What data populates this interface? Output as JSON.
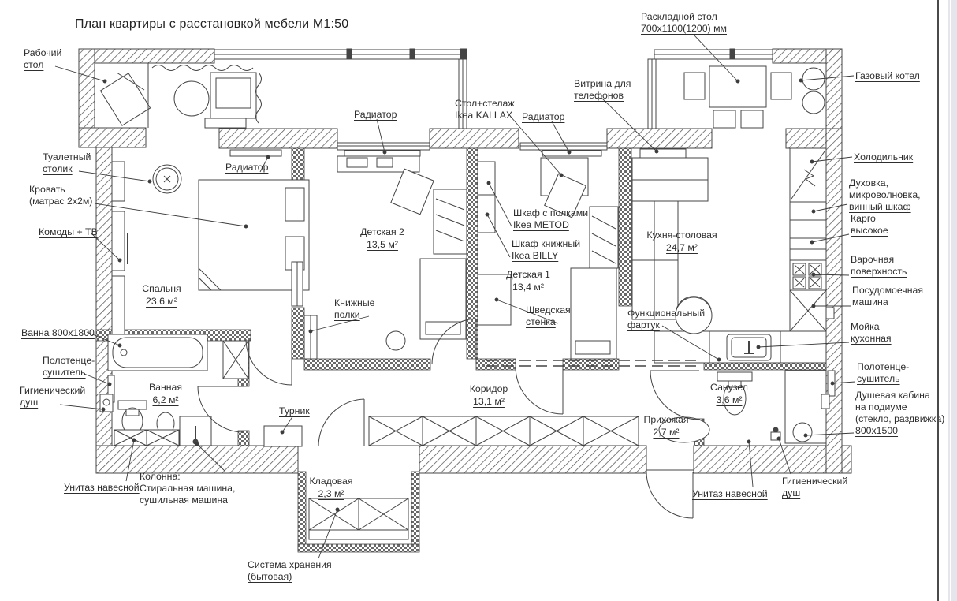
{
  "title": "План квартиры с расстановкой мебели М1:50",
  "colors": {
    "ink": "#2e2e2e",
    "wall_line": "#444444",
    "paper": "#ffffff",
    "viewer_edge": "#e5e5ec"
  },
  "rooms": [
    {
      "name": "Спальня",
      "area": "23,6 м²"
    },
    {
      "name": "Детская 2",
      "area": "13,5 м²"
    },
    {
      "name": "Детская 1",
      "area": "13,4 м²"
    },
    {
      "name": "Кухня-столовая",
      "area": "24,7 м²"
    },
    {
      "name": "Ванная",
      "area": "6,2 м²"
    },
    {
      "name": "Коридор",
      "area": "13,1 м²"
    },
    {
      "name": "Санузел",
      "area": "3,6 м²"
    },
    {
      "name": "Прихожая",
      "area": "2,7 м²"
    },
    {
      "name": "Кладовая",
      "area": "2,3 м²"
    }
  ],
  "annotations": {
    "rabochiy_stol": [
      "Рабочий",
      "стол"
    ],
    "raskladnoy_stol": [
      "Раскладной стол",
      "700x1100(1200) мм"
    ],
    "gazovyi_kotel": [
      "Газовый котел"
    ],
    "vitrina": [
      "Витрина для",
      "телефонов"
    ],
    "stol_stelazh": [
      "Стол+стелаж",
      "Ikea KALLAX"
    ],
    "radiator_1": [
      "Радиатор"
    ],
    "radiator_2": [
      "Радиатор"
    ],
    "radiator_3": [
      "Радиатор"
    ],
    "tualetny_stolik": [
      "Туалетный",
      "столик"
    ],
    "krovat": [
      "Кровать",
      "(матрас 2х2м)"
    ],
    "komody_tv": [
      "Комоды + ТВ"
    ],
    "kholodilnik": [
      "Холодильник"
    ],
    "dukhovka": [
      "Духовка,",
      "микроволновка,",
      "винный шкаф"
    ],
    "kargo": [
      "Карго",
      "высокое"
    ],
    "varochnaya": [
      "Варочная",
      "поверхность"
    ],
    "posudomoechnaya": [
      "Посудомоечная",
      "машина"
    ],
    "moyka_kukhonnaya": [
      "Мойка",
      "кухонная"
    ],
    "polotentse_right": [
      "Полотенце-",
      "сушитель"
    ],
    "dushevaya_kabina": [
      "Душевая кабина",
      "на подиуме",
      "(стекло, раздвижка)",
      "800x1500"
    ],
    "shkaf_metod": [
      "Шкаф с полками",
      "Ikea METOD"
    ],
    "shkaf_billy": [
      "Шкаф книжный",
      "Ikea BILLY"
    ],
    "knizhnye_polki": [
      "Книжные",
      "полки"
    ],
    "shvedskaya_stenka": [
      "Шведская",
      "стенка"
    ],
    "fartuk": [
      "Функциональный",
      "фартук"
    ],
    "vanna": [
      "Ванна 800x1800"
    ],
    "polotentse_left": [
      "Полотенце-",
      "сушитель"
    ],
    "gigien_left": [
      "Гигиенический",
      "душ"
    ],
    "turnik": [
      "Турник"
    ],
    "unitaz_left": [
      "Унитаз навесной"
    ],
    "kolonna": [
      "Колонна:",
      "Стиральная машина,",
      "сушильная машина"
    ],
    "sistema_khraneniya": [
      "Система хранения",
      "(бытовая)"
    ],
    "unitaz_right": [
      "Унитаз навесной"
    ],
    "gigien_right": [
      "Гигиенический",
      "душ"
    ]
  }
}
